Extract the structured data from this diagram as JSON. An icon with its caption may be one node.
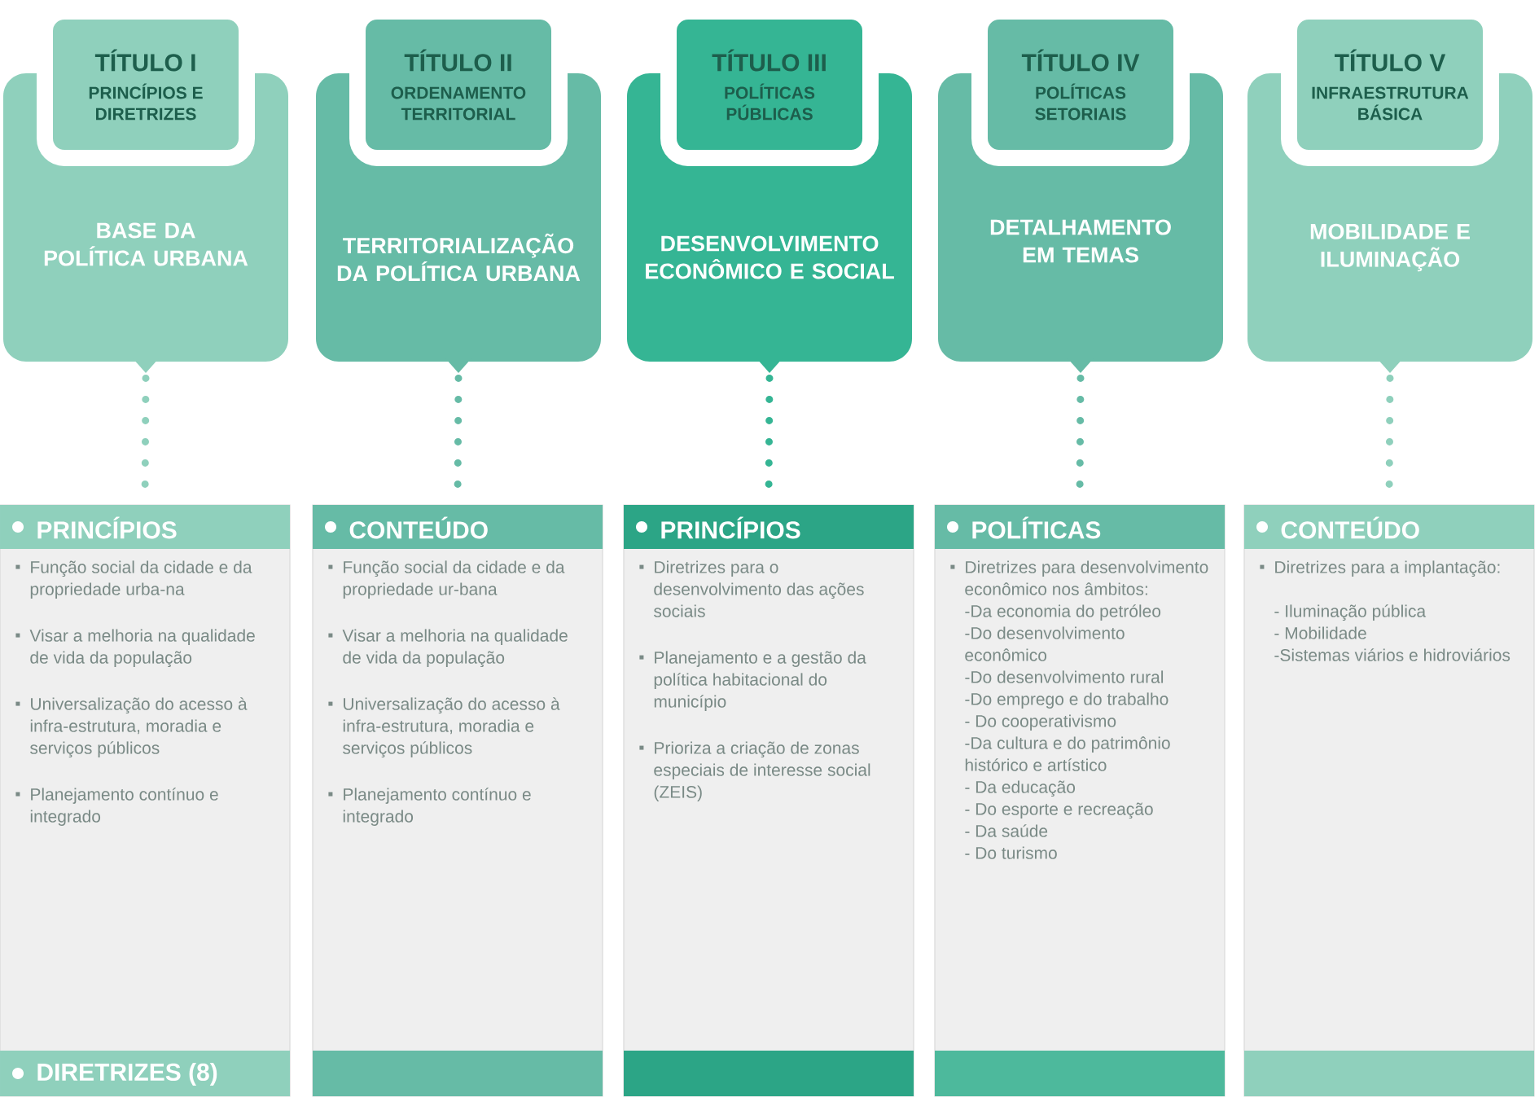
{
  "diagram": {
    "nodes": [
      {
        "text": [
          "BASE DA POLÍTICA URBANA"
        ]
      },
      {
        "text": [
          "TÍTULO I",
          "PRINCÍPIOS E DIRETRIZES"
        ]
      },
      {
        "text": [
          "PRINCÍPIOS",
          "Função social da cidade e da propriedade urba-na",
          "Visar a melhoria na qualidade de vida da população",
          "Universalização do acesso à infra-estrutura, moradia e serviços públicos",
          "Planejamento contínuo e integrado",
          "DIRETRIZES (8)"
        ]
      },
      {
        "text": [
          "TERRITORIALIZAÇÃO DA POLÍTICA URBANA"
        ]
      },
      {
        "text": [
          "TÍTULO II",
          "ORDENAMENTO TERRITORIAL"
        ]
      },
      {
        "text": [
          "CONTEÚDO",
          "Função social da cidade e da propriedade ur-bana",
          "Visar a melhoria na qualidade de vida da população",
          "Universalização do acesso à infra-estrutura, moradia e serviços públicos",
          "Planejamento contínuo e integrado"
        ]
      },
      {
        "text": [
          "DESENVOLVIMENTO ECONÔMICO E SOCIAL"
        ]
      },
      {
        "text": [
          "TÍTULO III",
          "POLÍTICAS PÚBLICAS"
        ]
      },
      {
        "text": [
          "PRINCÍPIOS",
          "Diretrizes para o desenvolvimento das ações sociais",
          "Planejamento e a gestão da política habitacional do município",
          "Prioriza a criação de zonas especiais de interesse social (ZEIS)"
        ]
      },
      {
        "text": [
          "DETALHAMENTO EM TEMAS"
        ]
      },
      {
        "text": [
          "TÍTULO IV",
          "POLÍTICAS SETORIAIS"
        ]
      },
      {
        "text": [
          "POLÍTICAS",
          "Diretrizes para desenvolvimento econômico nos âmbitos:",
          "-Da economia do petróleo",
          "-Do desenvolvimento econômico",
          "-Do desenvolvimento rural",
          "-Do emprego e do trabalho",
          "- Do cooperativismo",
          "-Da cultura e do patrimônio histórico e artístico",
          "- Da educação",
          "- Do esporte e recreação",
          "- Da saúde",
          "- Do turismo"
        ]
      },
      {
        "text": [
          "MOBILIDADE E ILUMINAÇÃO"
        ]
      },
      {
        "text": [
          "TÍTULO V",
          "INFRAESTRUTURA BÁSICA"
        ]
      },
      {
        "text": [
          "CONTEÚDO",
          "Diretrizes para a implantação:",
          "- Iluminação pública",
          "- Mobilidade",
          "-Sistemas viários e hidroviários"
        ]
      }
    ],
    "edges": [
      {
        "from": 0,
        "to": 2,
        "arrow": "none",
        "style": "dashed"
      },
      {
        "from": 3,
        "to": 5,
        "arrow": "none",
        "style": "dashed"
      },
      {
        "from": 6,
        "to": 8,
        "arrow": "none",
        "style": "dashed"
      },
      {
        "from": 9,
        "to": 11,
        "arrow": "none",
        "style": "dashed"
      },
      {
        "from": 12,
        "to": 14,
        "arrow": "none",
        "style": "dashed"
      }
    ]
  }
}
